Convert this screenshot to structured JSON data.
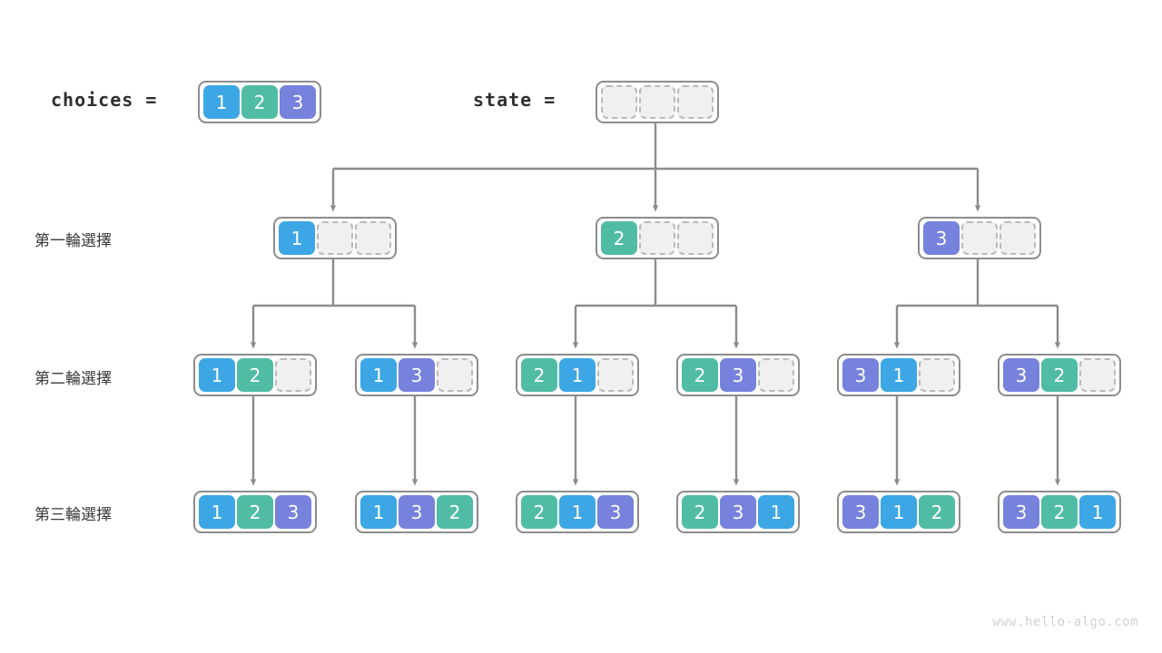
{
  "legend": {
    "choices_label": "choices =",
    "state_label": "state ="
  },
  "row_labels": [
    "第一輪選擇",
    "第二輪選擇",
    "第三輪選擇"
  ],
  "colors": {
    "value_1": "#3ca7e4",
    "value_2": "#51bca4",
    "value_3": "#7682dc",
    "empty_fill": "#f0f0f0",
    "empty_border": "#b9b9b9",
    "node_border": "#8c8c8c",
    "edge": "#8c8c8c",
    "text": "#2f2f2f",
    "watermark": "#d2d2d2"
  },
  "choices_array": [
    "1",
    "2",
    "3"
  ],
  "state_array": [
    "",
    "",
    ""
  ],
  "rows": {
    "round1": [
      {
        "cells": [
          "1",
          "",
          ""
        ]
      },
      {
        "cells": [
          "2",
          "",
          ""
        ]
      },
      {
        "cells": [
          "3",
          "",
          ""
        ]
      }
    ],
    "round2": [
      {
        "cells": [
          "1",
          "2",
          ""
        ]
      },
      {
        "cells": [
          "1",
          "3",
          ""
        ]
      },
      {
        "cells": [
          "2",
          "1",
          ""
        ]
      },
      {
        "cells": [
          "2",
          "3",
          ""
        ]
      },
      {
        "cells": [
          "3",
          "1",
          ""
        ]
      },
      {
        "cells": [
          "3",
          "2",
          ""
        ]
      }
    ],
    "round3": [
      {
        "cells": [
          "1",
          "2",
          "3"
        ]
      },
      {
        "cells": [
          "1",
          "3",
          "2"
        ]
      },
      {
        "cells": [
          "2",
          "1",
          "3"
        ]
      },
      {
        "cells": [
          "2",
          "3",
          "1"
        ]
      },
      {
        "cells": [
          "3",
          "1",
          "2"
        ]
      },
      {
        "cells": [
          "3",
          "2",
          "1"
        ]
      }
    ]
  },
  "watermark": "www.hello-algo.com"
}
